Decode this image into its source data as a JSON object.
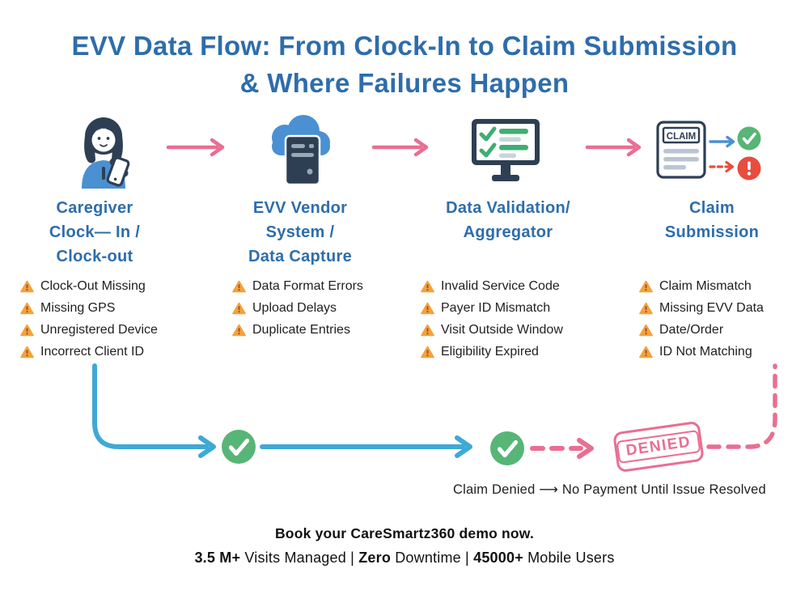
{
  "title": {
    "line1": "EVV Data Flow: From Clock-In to Claim Submission",
    "line2": "& Where Failures Happen"
  },
  "stages": [
    {
      "icon": "caregiver-phone-icon",
      "title_lines": [
        "Caregiver",
        "Clock— In /",
        "Clock-out"
      ],
      "failures": [
        "Clock-Out Missing",
        "Missing GPS",
        "Unregistered Device",
        "Incorrect Client ID"
      ]
    },
    {
      "icon": "cloud-server-icon",
      "title_lines": [
        "EVV Vendor",
        "System /",
        "Data Capture"
      ],
      "failures": [
        "Data Format Errors",
        "Upload Delays",
        "Duplicate Entries"
      ]
    },
    {
      "icon": "monitor-checklist-icon",
      "title_lines": [
        "Data Validation/",
        "Aggregator"
      ],
      "failures": [
        "Invalid Service Code",
        "Payer ID Mismatch",
        "Visit Outside Window",
        "Eligibility Expired"
      ]
    },
    {
      "icon": "claim-document-icon",
      "icon_label": "CLAIM",
      "title_lines": [
        "Claim",
        "Submission"
      ],
      "failures": [
        "Claim Mismatch",
        "Missing EVV Data",
        "Date/Order",
        "ID Not Matching"
      ]
    }
  ],
  "flow": {
    "denied_label": "DENIED",
    "caption": "Claim Denied  ⟶ No Payment Until Issue Resolved"
  },
  "footer": {
    "line1": "Book your CareSmartz360 demo now.",
    "segments": [
      {
        "t": "3.5 M+"
      },
      {
        "t": " Visits Managed | "
      },
      {
        "t": "Zero"
      },
      {
        "t": " Downtime | "
      },
      {
        "t": "45000+"
      },
      {
        "t": " Mobile Users"
      }
    ]
  },
  "colors": {
    "title_blue": "#2e6dab",
    "flow_blue": "#3fa9d5",
    "pink": "#e96e92",
    "green": "#57b576",
    "red": "#e84c3d",
    "warning_orange": "#f2a33c",
    "warning_mark": "#b04a28",
    "icon_navy": "#2e3f54",
    "icon_blue": "#4a90d2",
    "text_dark": "#1f1f1f"
  }
}
